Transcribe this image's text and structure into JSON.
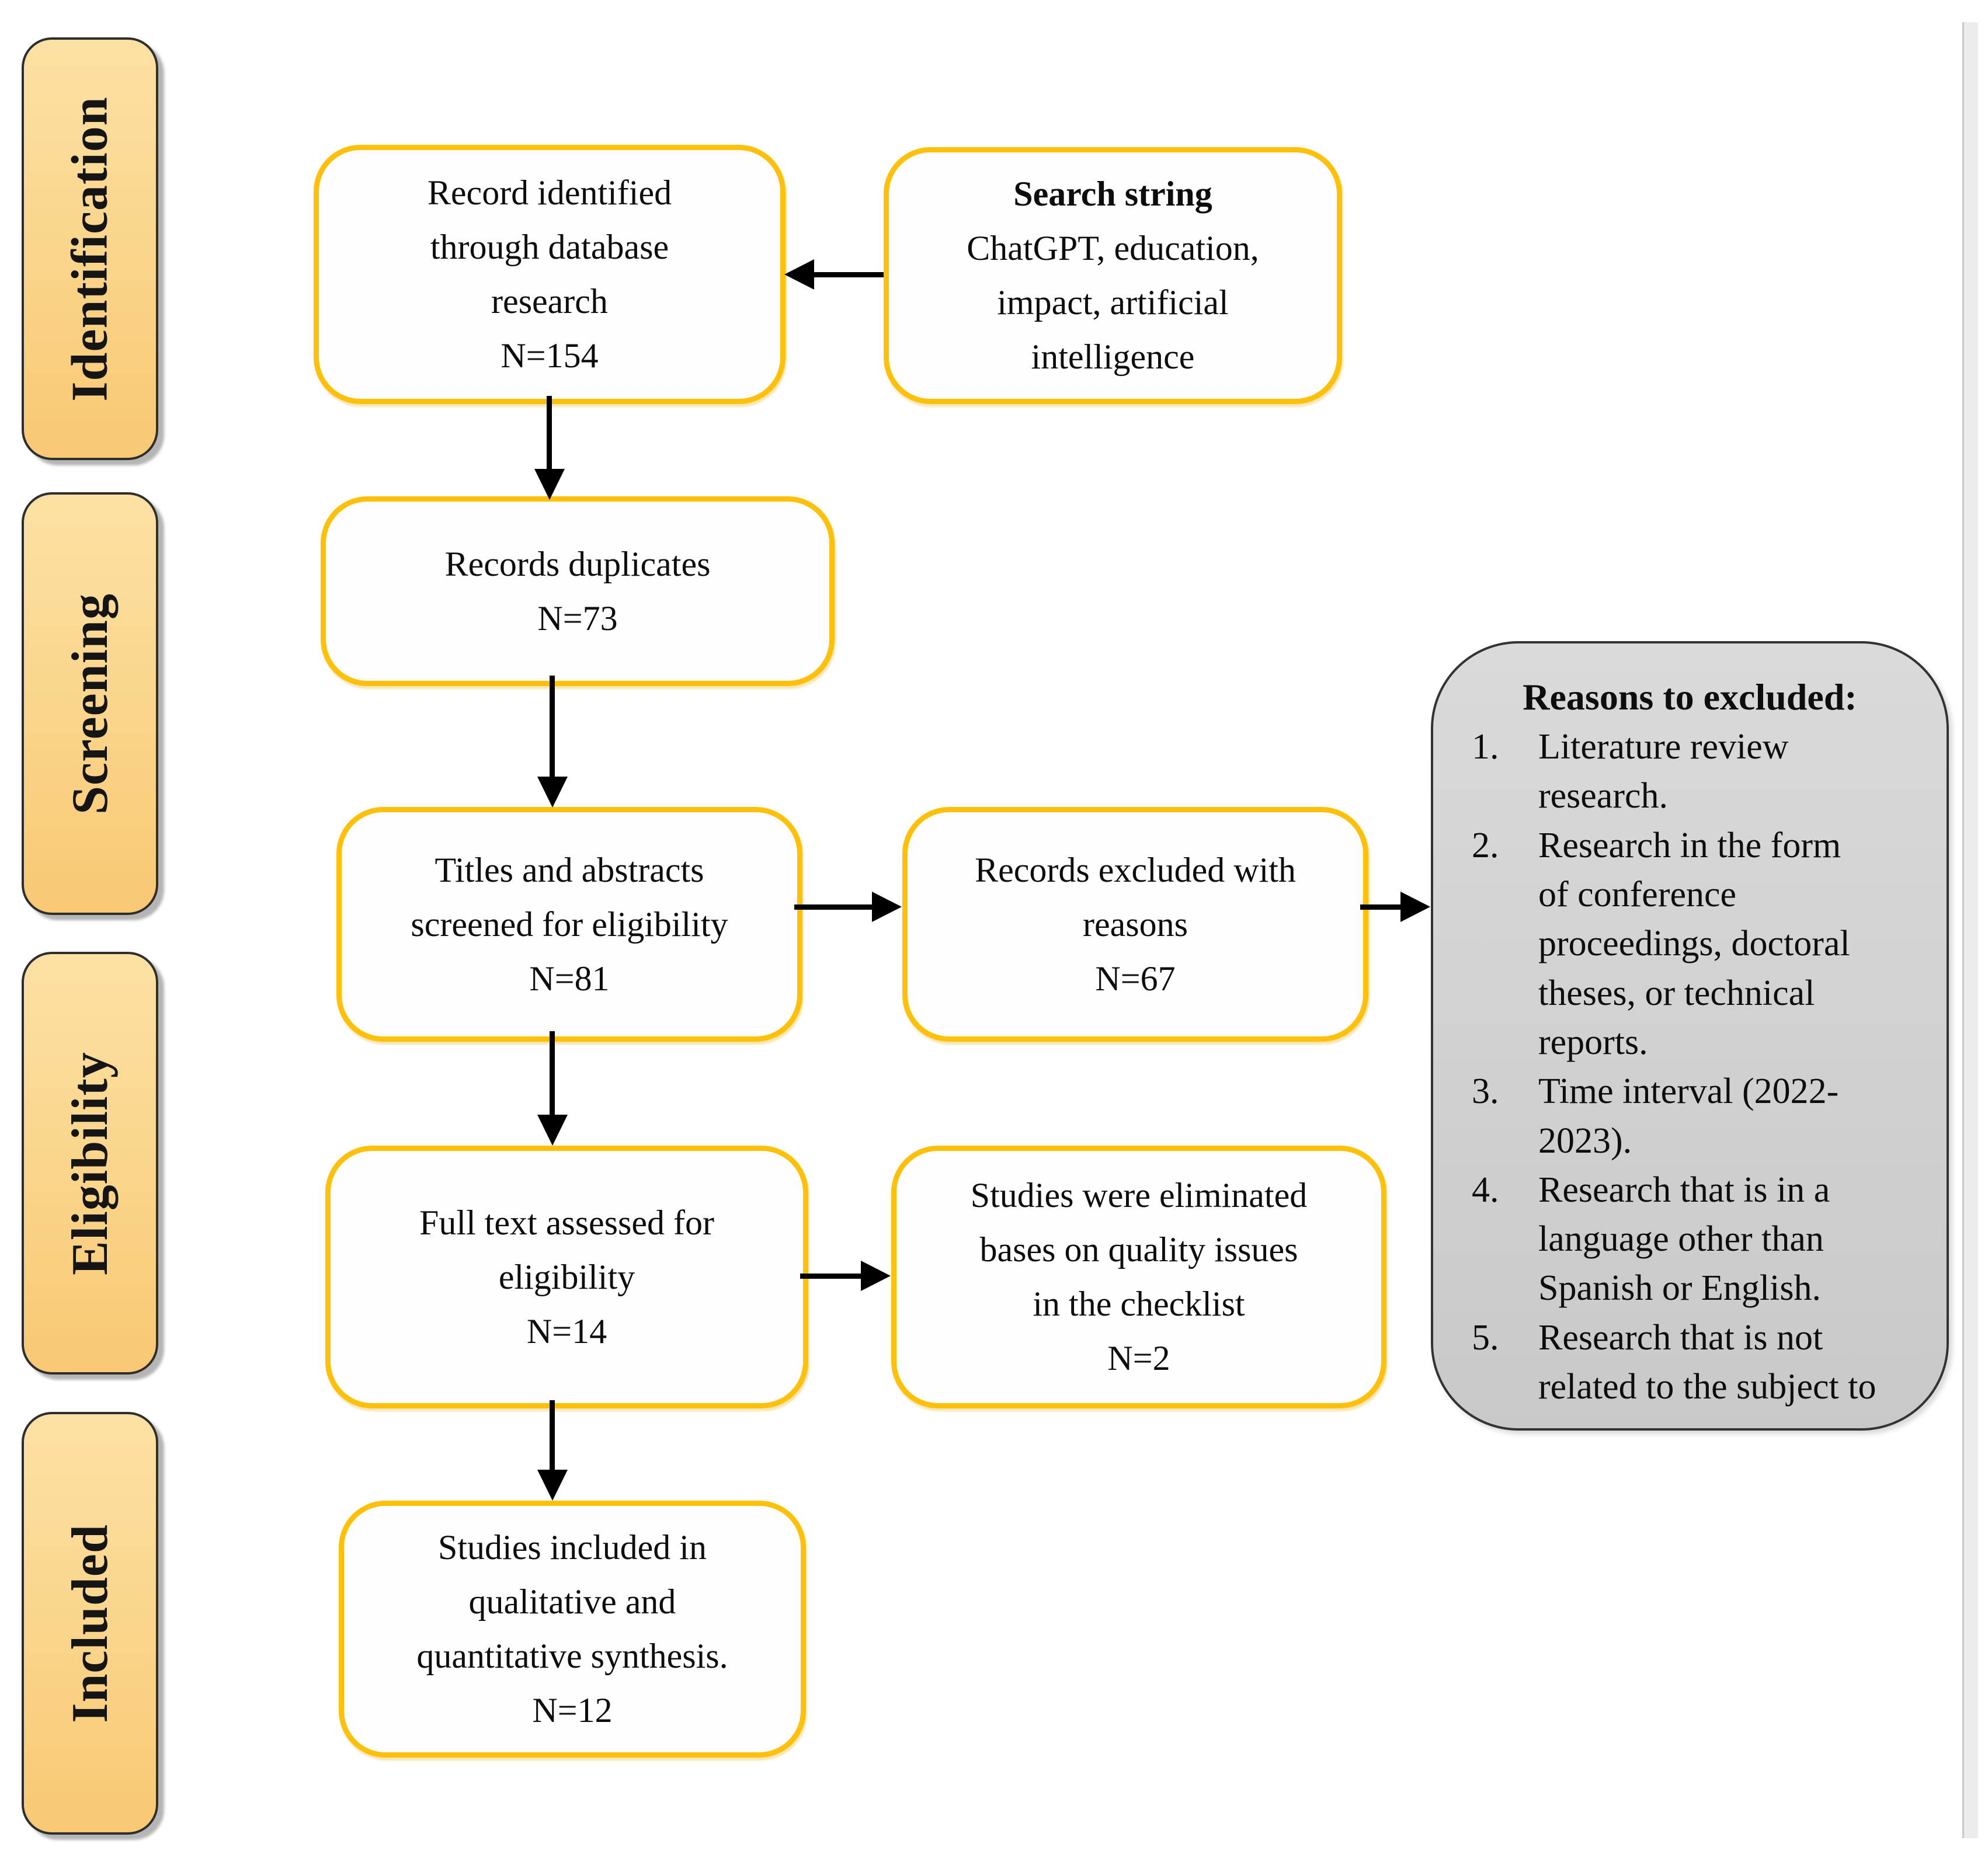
{
  "figure": {
    "kind": "PRISMA-style flow diagram"
  },
  "colors": {
    "flow_box_border": "#FFC007",
    "sidebar_gradient_top": "#FCE1A4",
    "sidebar_gradient_bottom": "#F8C873",
    "reasons_box_fill": "#D2D2D2",
    "arrow": "#000000",
    "text": "#0d0d0d"
  },
  "sidebar": {
    "stages": [
      {
        "label": "Identification"
      },
      {
        "label": "Screening"
      },
      {
        "label": "Eligibility"
      },
      {
        "label": "Included"
      }
    ]
  },
  "boxes": {
    "identified": {
      "text": "Record identified\nthrough database\nresearch\nN=154"
    },
    "search": {
      "title": "Search string",
      "body": "ChatGPT, education,\nimpact, artificial\nintelligence"
    },
    "duplicates": {
      "text": "Records duplicates\nN=73"
    },
    "screened": {
      "text": "Titles and abstracts\nscreened for eligibility\nN=81"
    },
    "excluded": {
      "text": "Records excluded with\nreasons\nN=67"
    },
    "fulltext": {
      "text": "Full text assessed for\neligibility\nN=14"
    },
    "eliminated": {
      "text": "Studies were eliminated\nbases on quality issues\nin the checklist\nN=2"
    },
    "included_studies": {
      "text": "Studies included in\nqualitative and\nquantitative synthesis.\nN=12"
    }
  },
  "reasons": {
    "title": "Reasons to excluded:",
    "items": [
      {
        "num": "1.",
        "text": "Literature review\nresearch."
      },
      {
        "num": "2.",
        "text": "Research in the form\nof conference\nproceedings, doctoral\ntheses, or technical\nreports."
      },
      {
        "num": "3.",
        "text": "Time interval (2022-\n2023)."
      },
      {
        "num": "4.",
        "text": "Research that is in a\nlanguage other than\nSpanish or English."
      },
      {
        "num": "5.",
        "text": "Research that is not\nrelated to the subject to"
      }
    ]
  }
}
